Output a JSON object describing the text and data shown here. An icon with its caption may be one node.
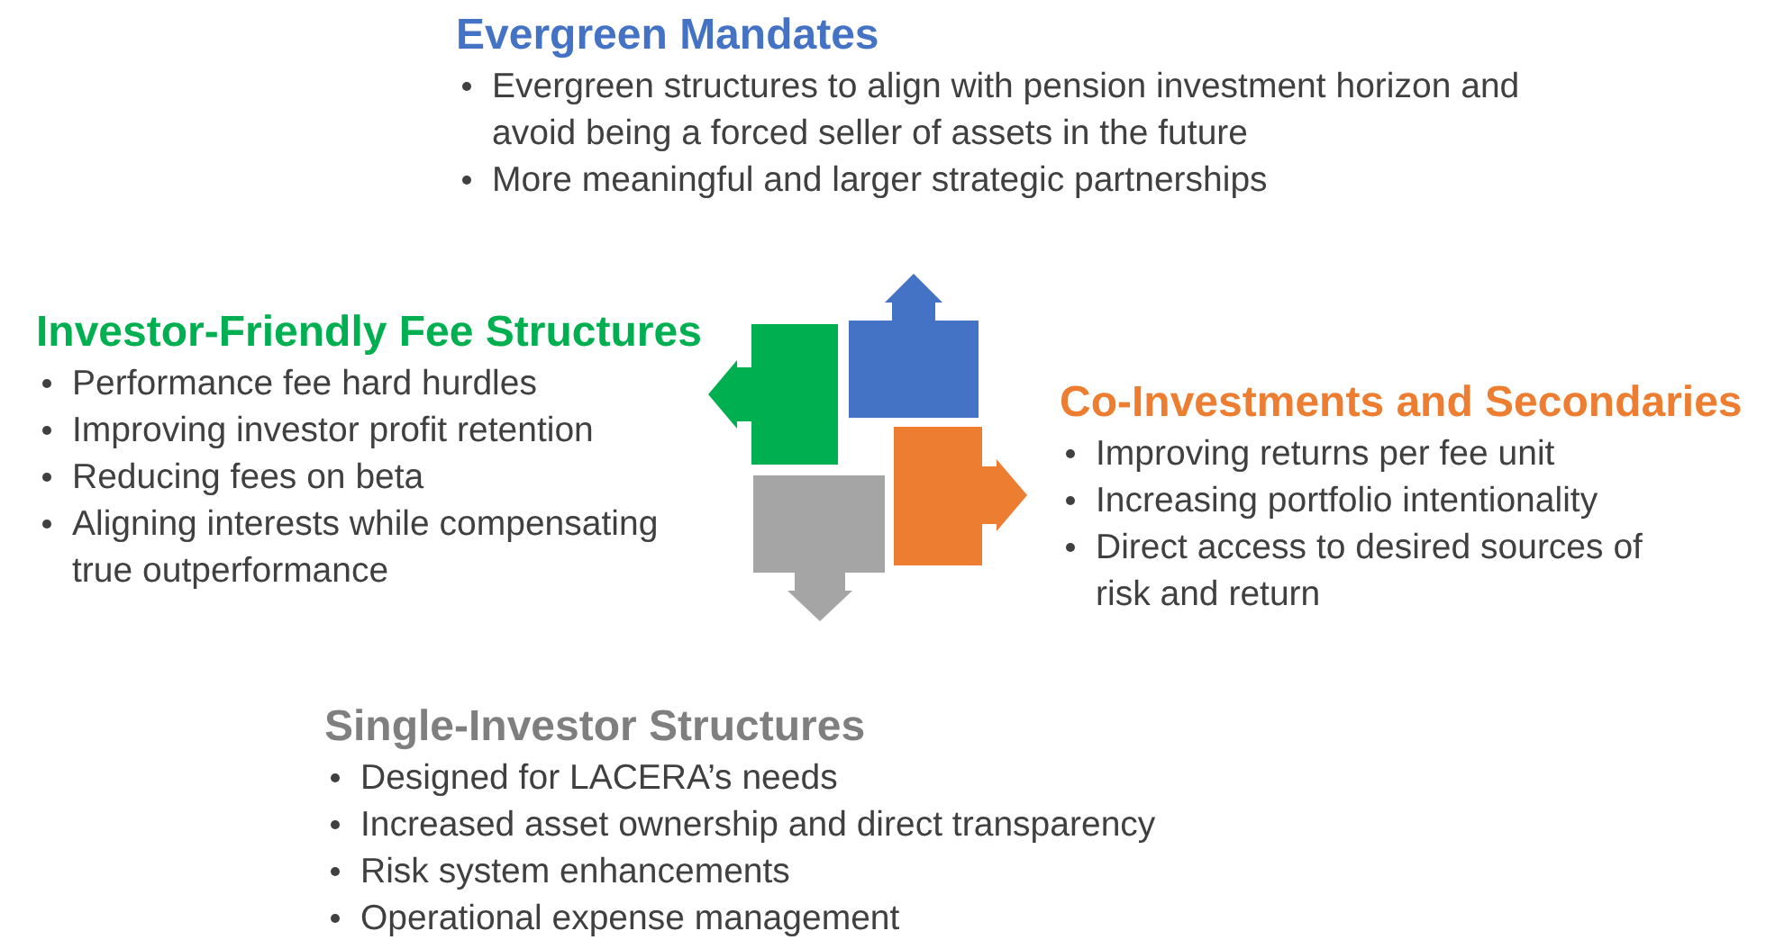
{
  "diagram": {
    "nodes": [
      {
        "text": [
          "Evergreen Mandates",
          "Evergreen structures to align with pension investment horizon and avoid being a forced seller of assets in the future",
          "More meaningful and larger strategic partnerships"
        ]
      },
      {
        "text": [
          "Investor-Friendly Fee Structures",
          "Performance fee hard hurdles",
          "Improving investor profit retention",
          "Reducing fees on beta",
          "Aligning interests while compensating true outperformance"
        ]
      },
      {
        "text": [
          "Co-Investments and Secondaries",
          "Improving returns per fee unit",
          "Increasing portfolio intentionality",
          "Direct access to desired sources of risk and return"
        ]
      },
      {
        "text": [
          "Single-Investor Structures",
          "Designed for LACERA’s needs",
          "Increased asset ownership and direct transparency",
          "Risk system enhancements",
          "Operational expense management"
        ]
      }
    ]
  }
}
